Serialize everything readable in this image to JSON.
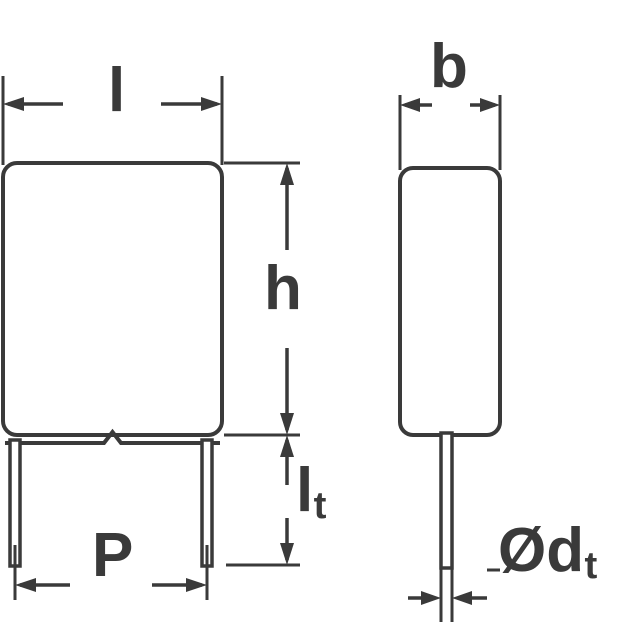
{
  "drawing": {
    "title": "Capacitor outline dimension drawing",
    "views": [
      {
        "name": "front-view",
        "shape": "rounded-rectangle-body-with-two-leads"
      },
      {
        "name": "side-view",
        "shape": "narrow-rounded-rectangle-body-with-one-lead"
      }
    ],
    "stroke_color": "#3a3a3a",
    "fill_color": "#ffffff",
    "background_color": "#ffffff"
  },
  "dimensions": {
    "length": {
      "symbol": "l",
      "name": "body-length",
      "view": "front-view",
      "orientation": "horizontal",
      "label_text": "l"
    },
    "height": {
      "symbol": "h",
      "name": "body-height",
      "view": "front-view",
      "orientation": "vertical",
      "label_text": "h"
    },
    "lead_length": {
      "symbol": "lt",
      "base": "l",
      "subscript": "t",
      "name": "lead-length",
      "view": "front-view",
      "orientation": "vertical",
      "label_text": "l"
    },
    "pitch": {
      "symbol": "P",
      "name": "lead-spacing-pitch",
      "view": "front-view",
      "orientation": "horizontal",
      "label_text": "P"
    },
    "width": {
      "symbol": "b",
      "name": "body-width",
      "view": "side-view",
      "orientation": "horizontal",
      "label_text": "b"
    },
    "lead_diameter": {
      "symbol": "Ødt",
      "base": "Ød",
      "subscript": "t",
      "name": "lead-wire-diameter",
      "view": "side-view",
      "orientation": "horizontal",
      "label_text": "Ød"
    }
  }
}
